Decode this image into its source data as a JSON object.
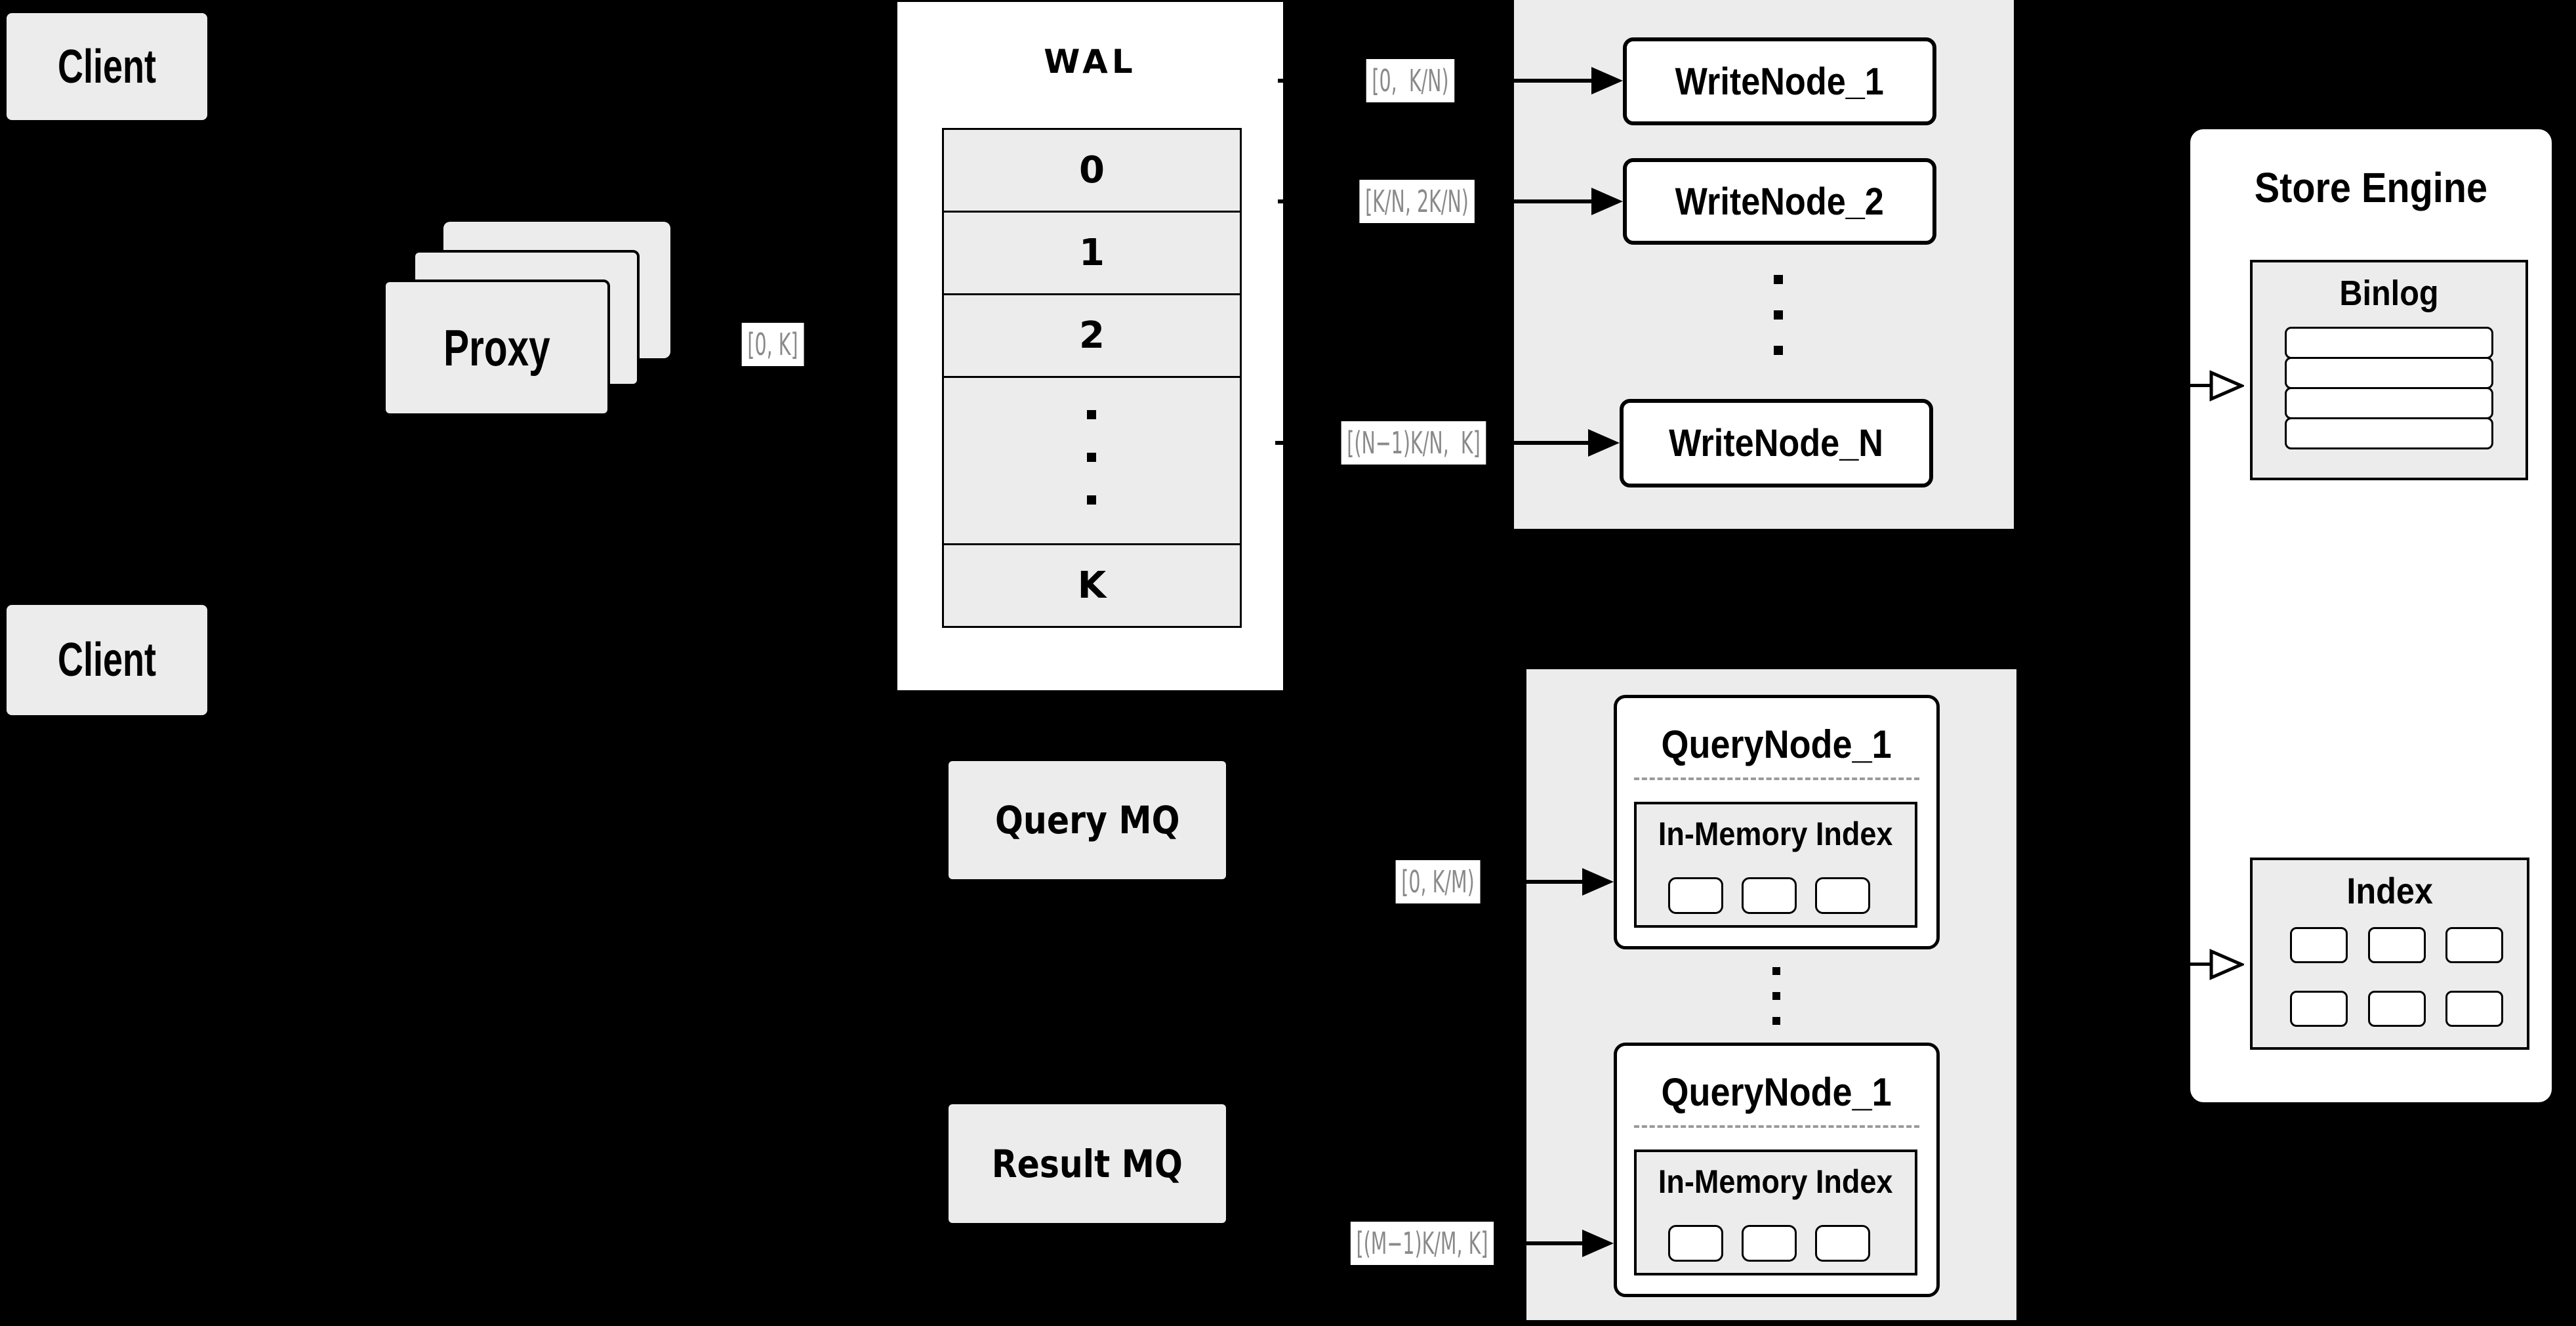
{
  "diagram": {
    "clients": {
      "top": "Client",
      "bottom": "Client"
    },
    "proxy": {
      "label": "Proxy",
      "range_out": "[0, K]"
    },
    "wal": {
      "title": "WAL",
      "rows": [
        "0",
        "1",
        "2",
        "K"
      ]
    },
    "mq": {
      "query": "Query MQ",
      "result": "Result MQ"
    },
    "write_group": {
      "nodes": [
        "WriteNode_1",
        "WriteNode_2",
        "WriteNode_N"
      ],
      "ranges": [
        "[0,  K/N)",
        "[K/N, 2K/N)",
        "[(N−1)K/N,  K]"
      ]
    },
    "query_group": {
      "nodes": [
        {
          "title": "QueryNode_1",
          "index_label": "In-Memory Index"
        },
        {
          "title": "QueryNode_1",
          "index_label": "In-Memory Index"
        }
      ],
      "ranges": [
        "[0, K/M)",
        "[(M−1)K/M, K]"
      ]
    },
    "store_engine": {
      "title": "Store Engine",
      "binlog_title": "Binlog",
      "index_title": "Index"
    }
  },
  "colors": {
    "background": "#000000",
    "panel_gray": "#ececec",
    "node_white": "#ffffff",
    "stroke": "#000000",
    "range_label_text": "#8a8a8a",
    "dashed_divider": "#9a9a9a"
  }
}
